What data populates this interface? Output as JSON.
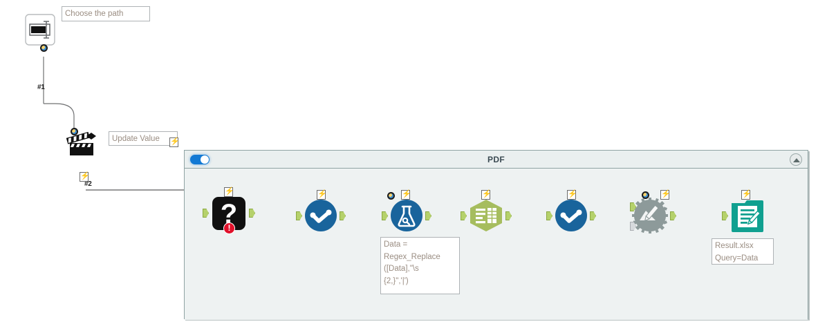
{
  "app": {
    "type": "workflow-canvas",
    "canvas_background": "#ffffff"
  },
  "container": {
    "title": "PDF",
    "enabled_toggle": true,
    "toggle_color": "#1279d4",
    "background": "#eef2f2",
    "border_color": "#8fa3a3",
    "collapse_icon": "triangle-up-icon"
  },
  "annotations": [
    {
      "id": "choose-path",
      "text": "Choose the path"
    },
    {
      "id": "update-value",
      "text": "Update Value"
    },
    {
      "id": "formula",
      "text": "Data =\nRegex_Replace\n([Data],\"\\s\n{2,}\",'|')"
    },
    {
      "id": "output-file",
      "text": "Result.xlsx\nQuery=Data"
    }
  ],
  "connection_labels": [
    {
      "id": "conn-1",
      "text": "#1"
    },
    {
      "id": "conn-2",
      "text": "#2"
    }
  ],
  "tools": [
    {
      "id": "text-box",
      "name": "text-box-tool",
      "icon": "text-box-icon",
      "color": "#ffffff",
      "has_question_badge": true
    },
    {
      "id": "action",
      "name": "action-tool",
      "icon": "clapperboard-icon",
      "color": "#111111",
      "has_question_badge": true
    },
    {
      "id": "unknown-macro",
      "name": "unknown-macro-tool",
      "icon": "question-mark-icon",
      "color": "#101010",
      "has_error": true
    },
    {
      "id": "select-1",
      "name": "select-tool",
      "icon": "checkmark-circle-icon",
      "color": "#19649c"
    },
    {
      "id": "formula",
      "name": "formula-tool",
      "icon": "flask-icon",
      "color": "#19649c"
    },
    {
      "id": "text-to-columns",
      "name": "text-to-columns-tool",
      "icon": "columns-hexagon-icon",
      "color": "#a6bd5e"
    },
    {
      "id": "select-2",
      "name": "select-tool",
      "icon": "checkmark-circle-icon",
      "color": "#19649c"
    },
    {
      "id": "dynamic-rename",
      "name": "dynamic-rename-tool",
      "icon": "gear-pencil-icon",
      "color": "#8d9a9a"
    },
    {
      "id": "output-data",
      "name": "output-data-tool",
      "icon": "output-document-icon",
      "color": "#10a090"
    }
  ],
  "colors": {
    "anchor_green": "#b5d16b",
    "wire": "#6f7072",
    "annotation_text": "#9a8d82",
    "title_text": "#3b4a52",
    "error_red": "#e0102a"
  }
}
